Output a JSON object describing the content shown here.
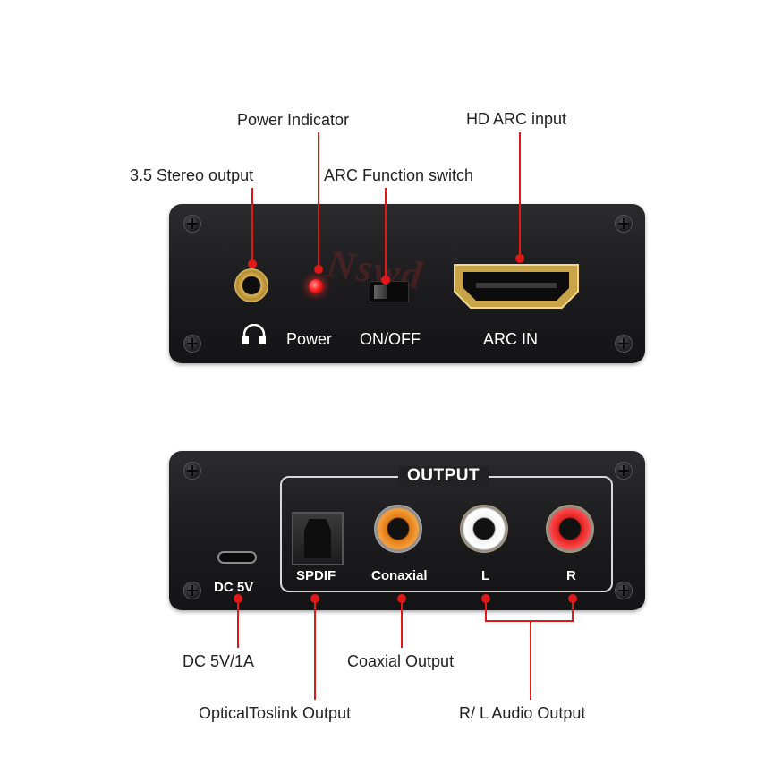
{
  "callouts": {
    "power_indicator": "Power Indicator",
    "hd_arc_input": "HD ARC input",
    "stereo_output": "3.5 Stereo output",
    "arc_function_switch": "ARC Function switch",
    "dc_5v_1a": "DC 5V/1A",
    "coaxial_output": "Coaxial Output",
    "optical_toslink_output": "OpticalToslink Output",
    "rl_audio_output": "R/ L Audio Output"
  },
  "top_panel": {
    "power_label": "Power",
    "switch_label": "ON/OFF",
    "arc_label": "ARC IN",
    "watermark": "Nswd"
  },
  "bottom_panel": {
    "output_title": "OUTPUT",
    "dc_label": "DC 5V",
    "spdif_label": "SPDIF",
    "coaxial_label": "Conaxial",
    "left_label": "L",
    "right_label": "R"
  },
  "icons": {
    "headphones": "headphones-icon"
  },
  "colors": {
    "callout_line": "#e01818",
    "panel": "#1e1e20",
    "gold": "#d9b35a",
    "rca_coax": "#e07a10",
    "rca_left": "#f2f2f2",
    "rca_right": "#e02020"
  }
}
